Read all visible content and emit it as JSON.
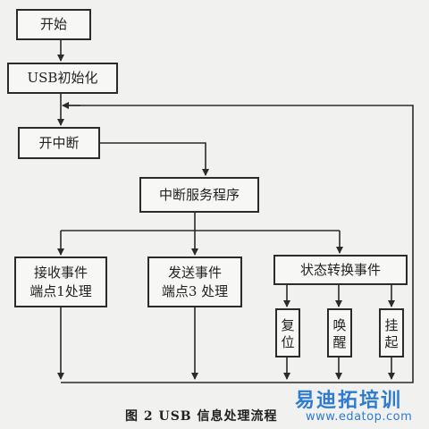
{
  "nodes": {
    "start": "开始",
    "usb_init": "USB初始化",
    "enable_interrupt": "开中断",
    "isr": "中断服务程序",
    "receive_line1": "接收事件",
    "receive_line2": "端点1处理",
    "send_line1": "发送事件",
    "send_line2": "端点3 处理",
    "state_change": "状态转换事件",
    "reset": [
      "复",
      "位"
    ],
    "wakeup": [
      "唤",
      "醒"
    ],
    "suspend": [
      "挂",
      "起"
    ]
  },
  "caption": "图 2    USB 信息处理流程",
  "watermark": {
    "brand": "易迪拓培训",
    "url": "www.edatop.com"
  }
}
